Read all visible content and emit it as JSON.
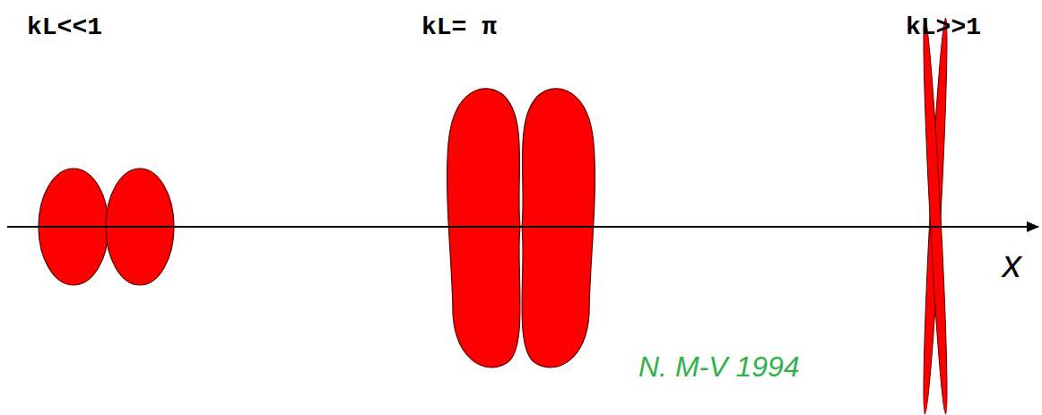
{
  "diagram": {
    "labels": [
      "kL<<1",
      "kL= π",
      "kL>>1",
      "x",
      "N. M-V 1994"
    ]
  }
}
